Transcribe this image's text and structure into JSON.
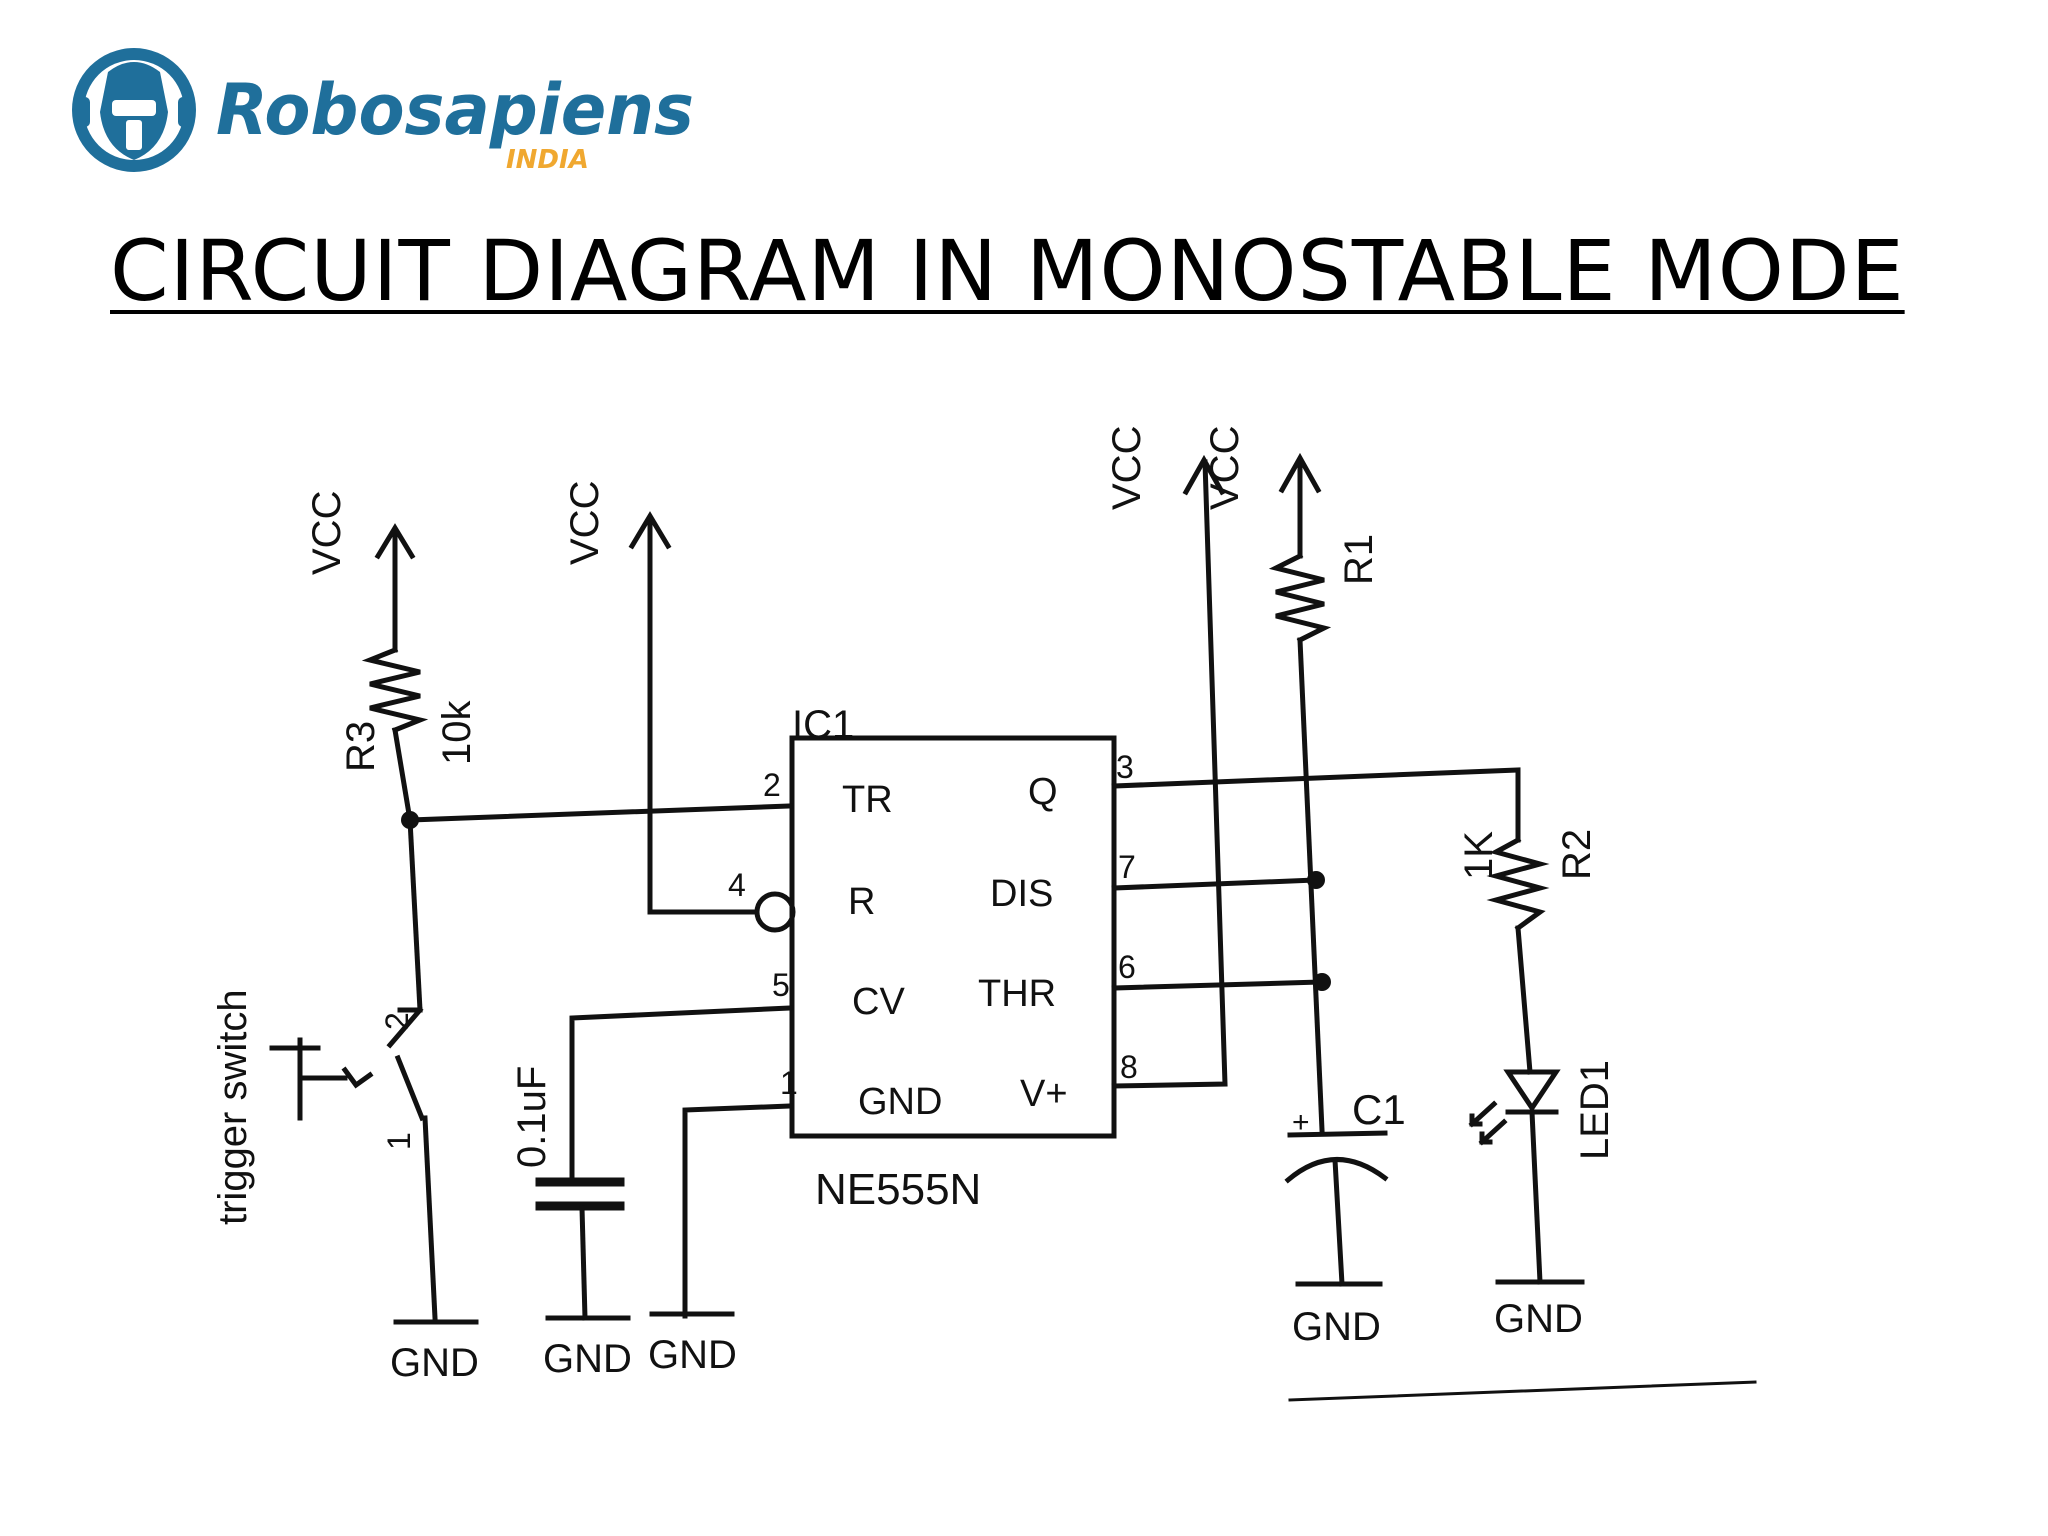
{
  "slide": {
    "title": "CIRCUIT DIAGRAM IN MONOSTABLE MODE",
    "brand": {
      "name": "Robosapiens",
      "sub": "INDIA",
      "colors": {
        "primary": "#1f6f9b",
        "accent": "#f0a830"
      },
      "icon": "robot-head-icon"
    }
  },
  "schematic": {
    "ic": {
      "ref": "IC1",
      "part": "NE555N",
      "pins": {
        "tr": {
          "num": "2",
          "name": "TR"
        },
        "r": {
          "num": "4",
          "name": "R"
        },
        "cv": {
          "num": "5",
          "name": "CV"
        },
        "gnd": {
          "num": "1",
          "name": "GND"
        },
        "q": {
          "num": "3",
          "name": "Q"
        },
        "dis": {
          "num": "7",
          "name": "DIS"
        },
        "thr": {
          "num": "6",
          "name": "THR"
        },
        "vplus": {
          "num": "8",
          "name": "V+"
        }
      }
    },
    "r3": {
      "ref": "R3",
      "value": "10k"
    },
    "r1": {
      "ref": "R1"
    },
    "r2": {
      "ref": "R2",
      "value": "1K"
    },
    "c1": {
      "ref": "C1",
      "polarity": "+"
    },
    "c_cv": {
      "value": "0.1uF"
    },
    "led": {
      "ref": "LED1"
    },
    "switch": {
      "label": "trigger switch",
      "pin_top": "2",
      "pin_bottom": "1"
    },
    "supply": {
      "vcc": "VCC",
      "gnd": "GND"
    }
  }
}
